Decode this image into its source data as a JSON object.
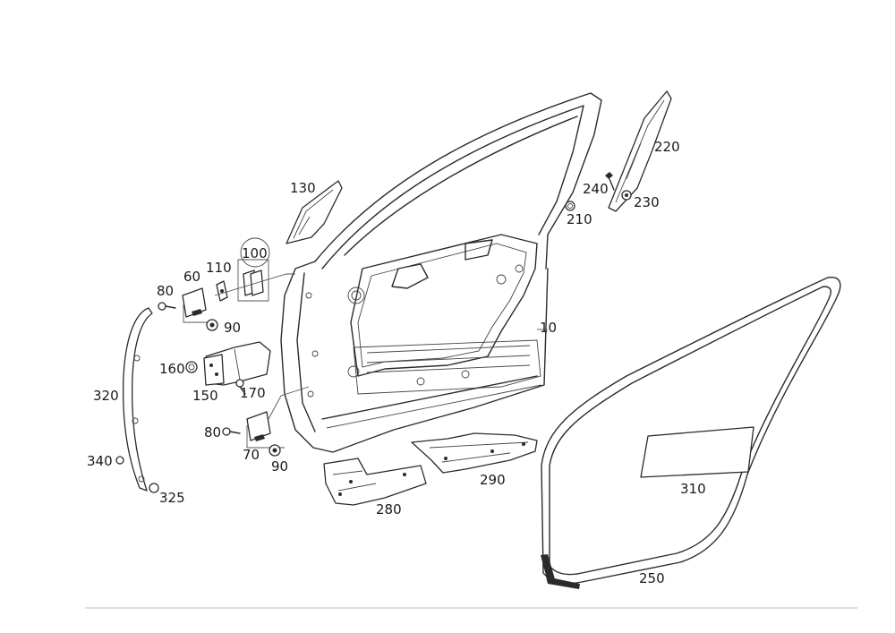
{
  "diagram": {
    "labels": {
      "p10": "10",
      "p60": "60",
      "p70": "70",
      "p80a": "80",
      "p80b": "80",
      "p90a": "90",
      "p90b": "90",
      "p100": "100",
      "p110": "110",
      "p130": "130",
      "p150": "150",
      "p160": "160",
      "p170": "170",
      "p210": "210",
      "p220": "220",
      "p230": "230",
      "p240": "240",
      "p250": "250",
      "p280": "280",
      "p290": "290",
      "p310": "310",
      "p320": "320",
      "p325": "325",
      "p340": "340"
    }
  }
}
